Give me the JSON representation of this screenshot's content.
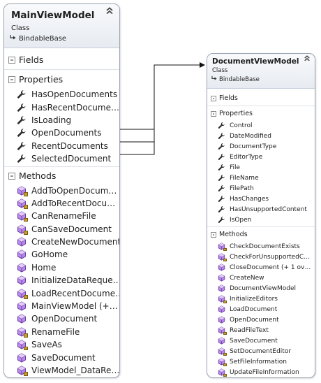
{
  "main_class": {
    "name": "MainViewModel",
    "stereotype": "Class",
    "base": "BindableBase",
    "fields_label": "Fields",
    "properties_label": "Properties",
    "methods_label": "Methods",
    "properties": [
      "HasOpenDocuments",
      "HasRecentDocume…",
      "IsLoading",
      "OpenDocuments",
      "RecentDocuments",
      "SelectedDocument"
    ],
    "methods": [
      {
        "name": "AddToOpenDocum…",
        "private": true
      },
      {
        "name": "AddToRecentDocu…",
        "private": true
      },
      {
        "name": "CanRenameFile",
        "private": true
      },
      {
        "name": "CanSaveDocument",
        "private": true
      },
      {
        "name": "CreateNewDocument",
        "private": false
      },
      {
        "name": "GoHome",
        "private": false
      },
      {
        "name": "Home",
        "private": false
      },
      {
        "name": "InitializeDataReque…",
        "private": false
      },
      {
        "name": "LoadRecentDocume…",
        "private": true
      },
      {
        "name": "MainViewModel (+…",
        "private": false
      },
      {
        "name": "OpenDocument",
        "private": false
      },
      {
        "name": "RenameFile",
        "private": true
      },
      {
        "name": "SaveAs",
        "private": true
      },
      {
        "name": "SaveDocument",
        "private": false
      },
      {
        "name": "ViewModel_DataRe…",
        "private": true
      }
    ]
  },
  "doc_class": {
    "name": "DocumentViewModel",
    "stereotype": "Class",
    "base": "BindableBase",
    "fields_label": "Fields",
    "properties_label": "Properties",
    "methods_label": "Methods",
    "properties": [
      "Control",
      "DateModified",
      "DocumentType",
      "EditorType",
      "File",
      "FileName",
      "FilePath",
      "HasChanges",
      "HasUnsupportedContent",
      "IsOpen"
    ],
    "methods": [
      {
        "name": "CheckDocumentExists",
        "private": true
      },
      {
        "name": "CheckForUnsupportedC…",
        "private": true
      },
      {
        "name": "CloseDocument (+ 1 ov…",
        "private": false
      },
      {
        "name": "CreateNew",
        "private": false
      },
      {
        "name": "DocumentViewModel",
        "private": false
      },
      {
        "name": "InitializeEditors",
        "private": true
      },
      {
        "name": "LoadDocument",
        "private": false
      },
      {
        "name": "OpenDocument",
        "private": false
      },
      {
        "name": "ReadFileText",
        "private": true
      },
      {
        "name": "SaveDocument",
        "private": false
      },
      {
        "name": "SetDocumentEditor",
        "private": true
      },
      {
        "name": "SetFileInformation",
        "private": true
      },
      {
        "name": "UpdateFileInformation",
        "private": true
      }
    ]
  },
  "icons": {
    "property": "wrench-icon",
    "method": "method-cube-icon",
    "private_marker": "lock-icon",
    "inheritance": "inheritance-arrow-icon",
    "collapse": "double-chevron-up-icon"
  },
  "colors": {
    "method_icon": "#8a4fc8",
    "property_icon": "#2b2b2b",
    "border": "#9aa4b2",
    "lock": "#c8a032"
  }
}
